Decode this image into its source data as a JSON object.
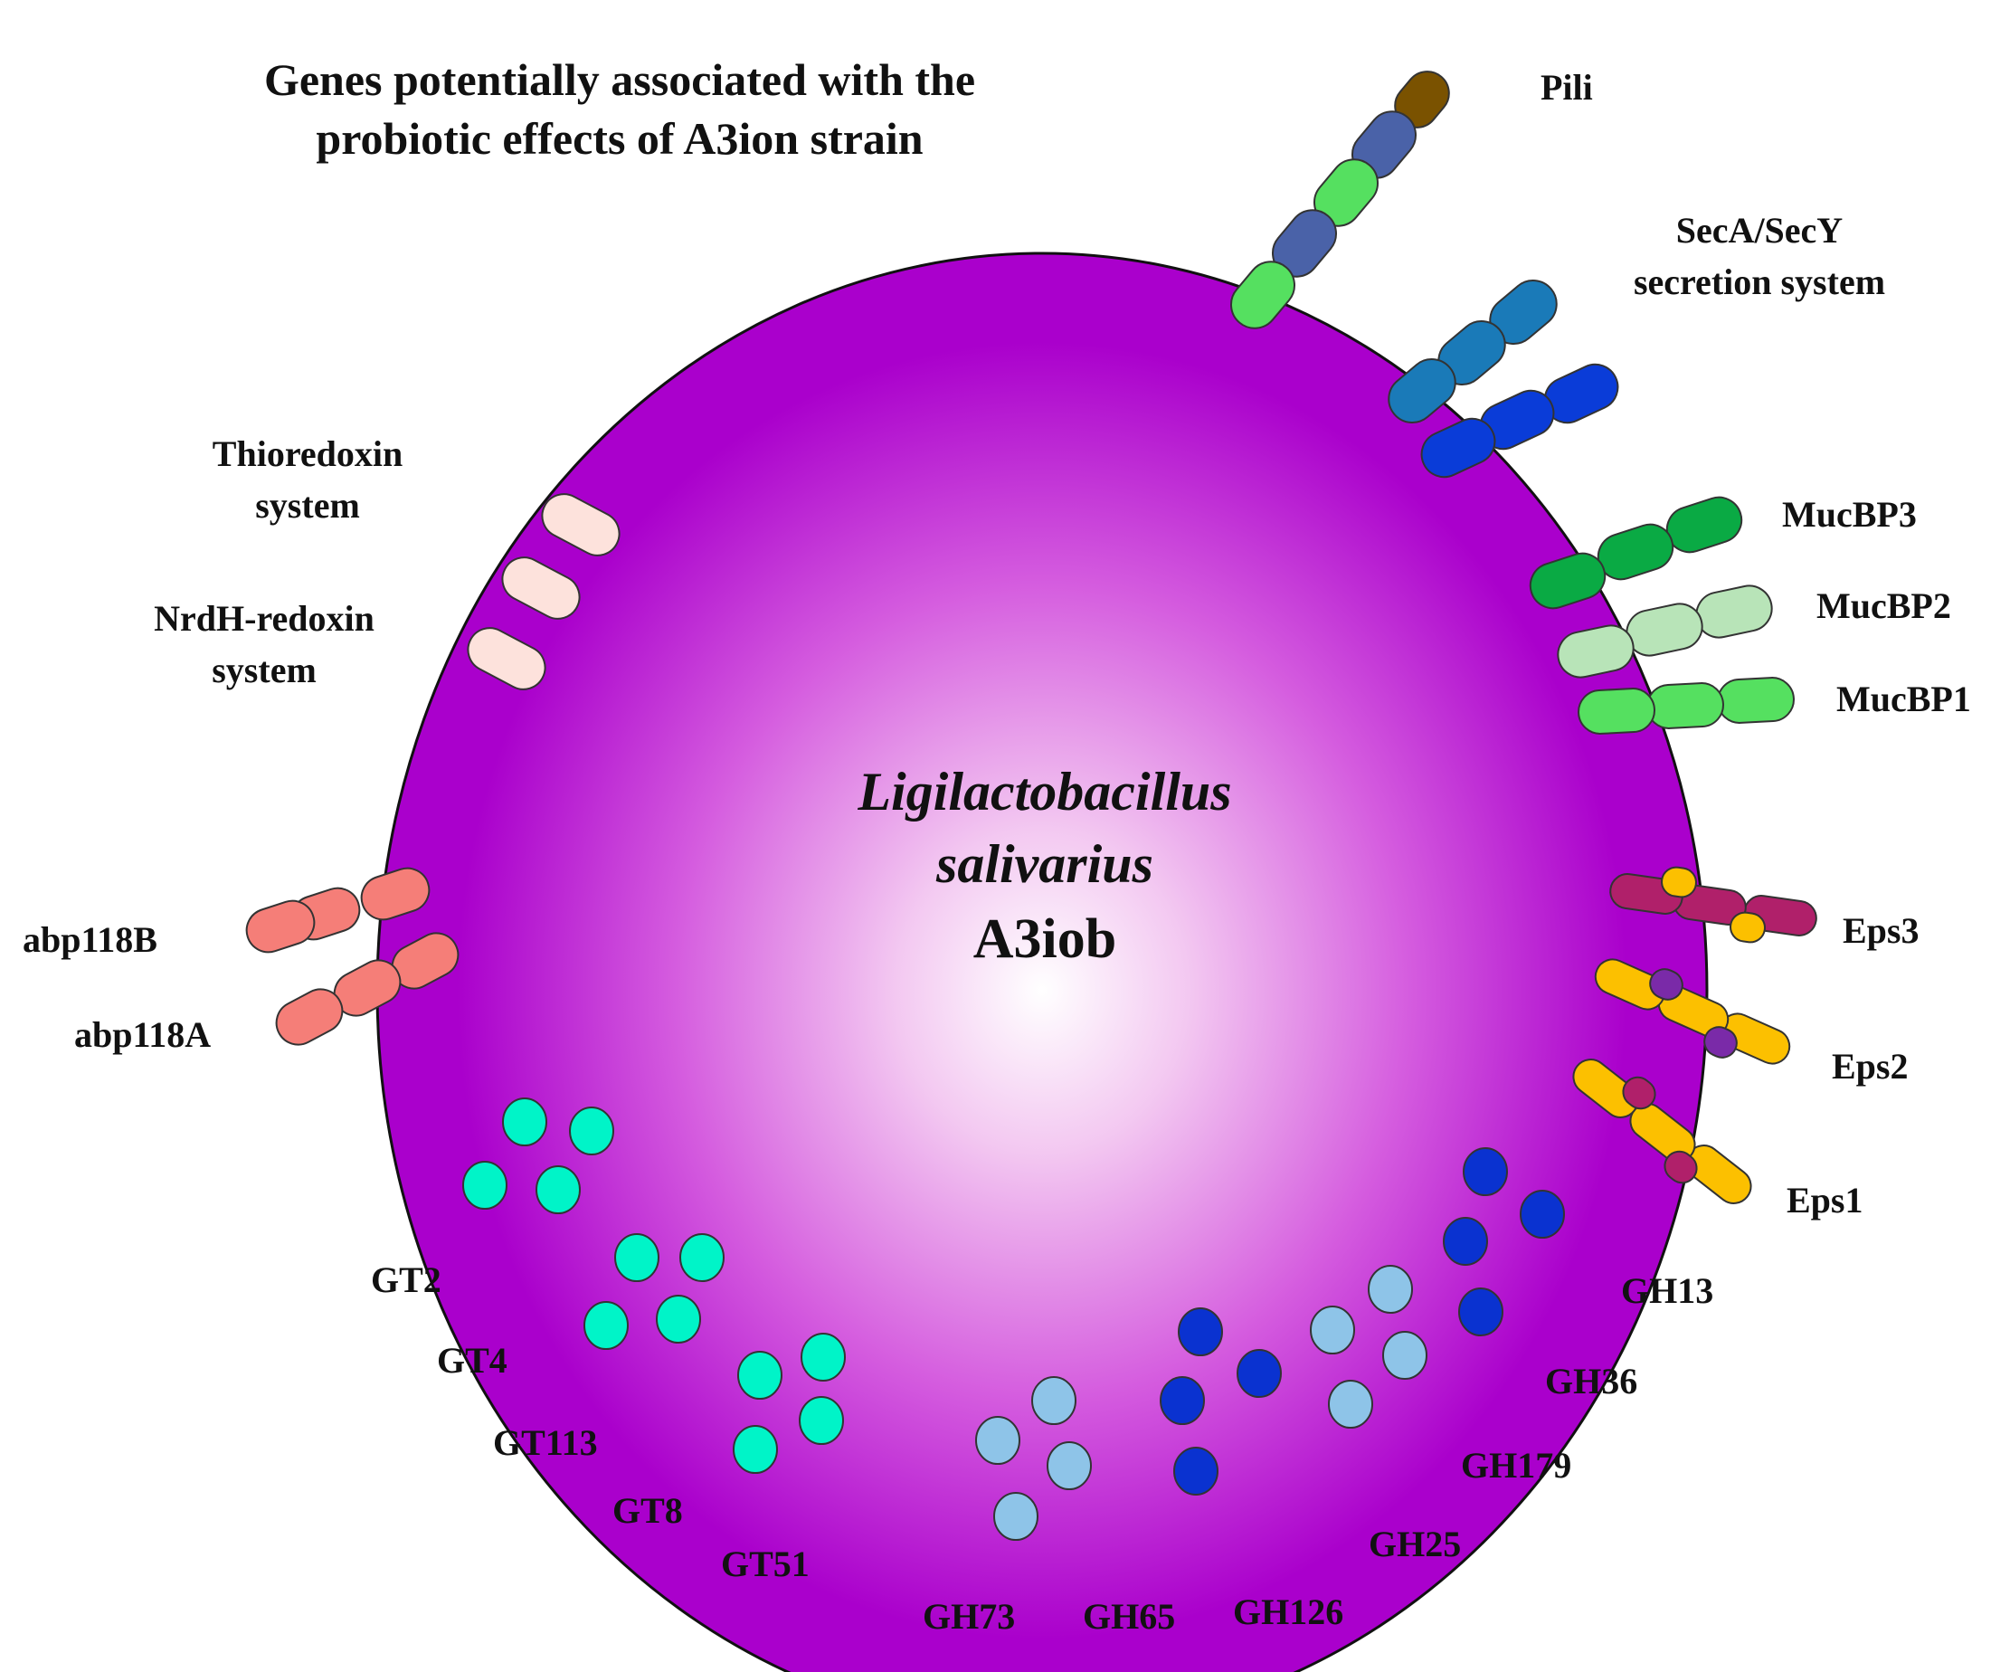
{
  "title": {
    "line1": "Genes potentially associated with the",
    "line2": "probiotic effects of A3ion strain"
  },
  "cell": {
    "species_line1": "Ligilactobacillus",
    "species_line2": "salivarius",
    "strain": "A3iob",
    "fill_outer": "#aa00cc",
    "fill_inner": "#ffffff"
  },
  "labels": {
    "pili": "Pili",
    "seca_1": "SecA/SecY",
    "seca_2": "secretion system",
    "thioredoxin_1": "Thioredoxin",
    "thioredoxin_2": "system",
    "nrdh_1": "NrdH-redoxin",
    "nrdh_2": "system",
    "mucbp3": "MucBP3",
    "mucbp2": "MucBP2",
    "mucbp1": "MucBP1",
    "abp118b": "abp118B",
    "abp118a": "abp118A",
    "eps3": "Eps3",
    "eps2": "Eps2",
    "eps1": "Eps1",
    "gt2": "GT2",
    "gt4": "GT4",
    "gt113": "GT113",
    "gt8": "GT8",
    "gt51": "GT51",
    "gh73": "GH73",
    "gh65": "GH65",
    "gh126": "GH126",
    "gh25": "GH25",
    "gh179": "GH179",
    "gh36": "GH36",
    "gh13": "GH13"
  },
  "colors": {
    "pili_brown": "#7a5200",
    "pili_blue": "#4a62a8",
    "pili_green": "#55e060",
    "secretion_teal": "#1a7ab8",
    "secretion_blue": "#0a3cd8",
    "mucbp3": "#0aaa44",
    "mucbp2": "#b8e4b8",
    "mucbp1": "#55e060",
    "redox_pink": "#fde2dc",
    "abp_salmon": "#f57e78",
    "eps_magenta": "#b0206a",
    "eps_yellow": "#fcc000",
    "eps_purple": "#7a2aa8",
    "gt_cyan": "#00f4c8",
    "gh_dark_blue": "#0a32d0",
    "gh_light_blue": "#8ec4e8"
  }
}
